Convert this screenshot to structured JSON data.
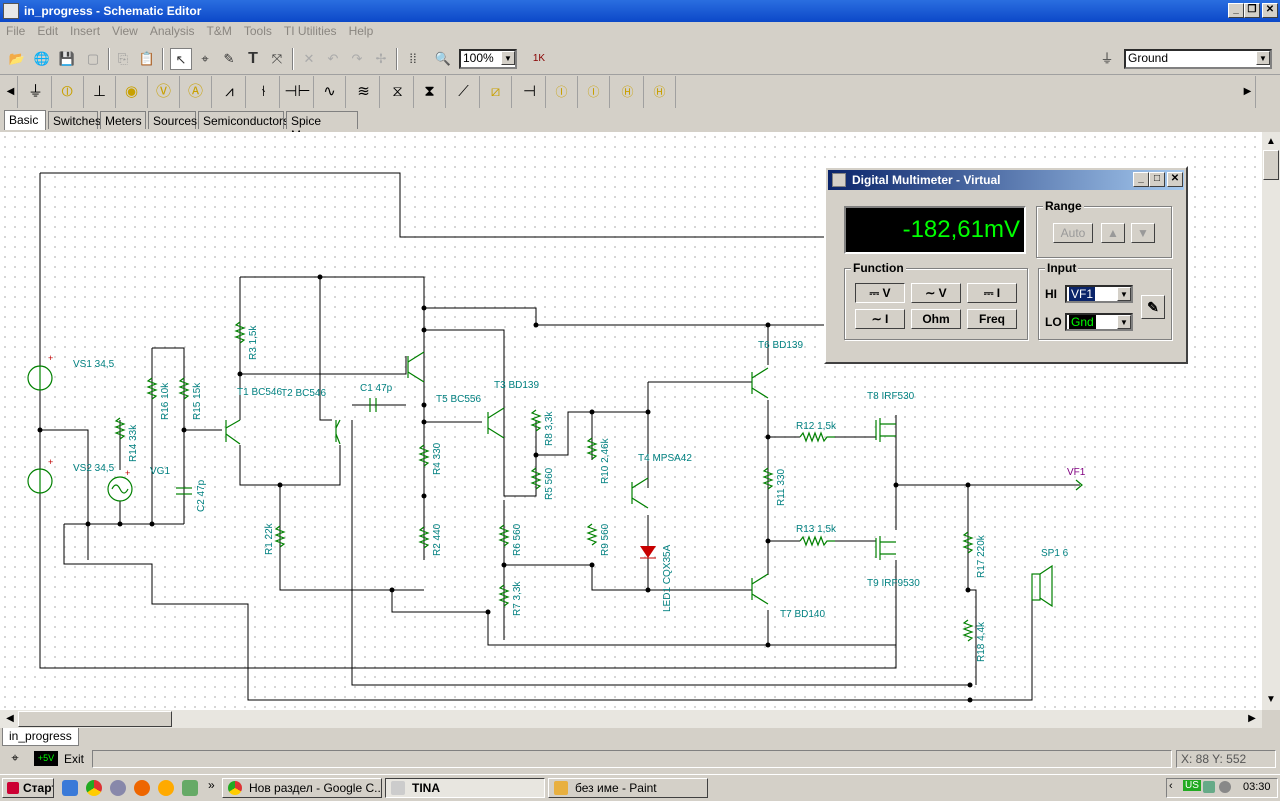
{
  "window": {
    "title": "in_progress - Schematic Editor"
  },
  "menu": [
    "File",
    "Edit",
    "Insert",
    "View",
    "Analysis",
    "T&M",
    "Tools",
    "TI Utilities",
    "Help"
  ],
  "toolbar": {
    "zoom": "100%",
    "ground_select": "Ground",
    "speed_label": "1K"
  },
  "component_tabs": [
    "Basic",
    "Switches",
    "Meters",
    "Sources",
    "Semiconductors",
    "Spice Macros"
  ],
  "component_tab_active": "Basic",
  "dmm": {
    "title": "Digital Multimeter - Virtual",
    "reading": "-182,61mV",
    "range_label": "Range",
    "auto_label": "Auto",
    "function_label": "Function",
    "function_buttons": [
      "⎓ V",
      "∼ V",
      "⎓ I",
      "∼ I",
      "Ohm",
      "Freq"
    ],
    "input_label": "Input",
    "hi_label": "HI",
    "hi_value": "VF1",
    "lo_label": "LO",
    "lo_value": "Gnd"
  },
  "schematic_labels": {
    "vs1": "VS1 34,5",
    "vs2": "VS2 34,5",
    "vg1": "VG1",
    "r14": "R14 33k",
    "r16": "R16 10k",
    "r15": "R15 15k",
    "c2": "C2 47p",
    "r3": "R3 1,5k",
    "t1": "T1 BC546",
    "t2": "T2 BC546",
    "c1": "C1 47p",
    "t5": "T5 BC556",
    "t3": "T3 BD139",
    "r8": "R8 3,3k",
    "r5": "R5 560",
    "r4": "R4 330",
    "r2": "R2 440",
    "r1": "R1 22k",
    "r6": "R6 560",
    "r7": "R7 3,3k",
    "r10": "R10 2,46k",
    "t4": "T4 MPSA42",
    "r9": "R9 560",
    "led1": "LED1 CQX35A",
    "t6": "T6 BD139",
    "r12": "R12 1,5k",
    "r11": "R11 330",
    "r13": "R13 1,5k",
    "t7": "T7 BD140",
    "t8": "T8 IRF530",
    "t9": "T9 IRF9530",
    "vf1": "VF1",
    "r17": "R17 220k",
    "r18": "R18 4,4k",
    "sp1": "SP1 6"
  },
  "sheet_tab": "in_progress",
  "status": {
    "exit_label": "Exit",
    "coords": "X: 88  Y: 552"
  },
  "taskbar": {
    "start": "Старт",
    "tasks": [
      "Нов раздел - Google C...",
      "TINA",
      "без име - Paint"
    ],
    "lang": "US",
    "time": "03:30"
  },
  "colors": {
    "wire": "#000000",
    "component": "#008080",
    "meter_text": "#00ff00",
    "title_bar": "#0c48c8"
  }
}
